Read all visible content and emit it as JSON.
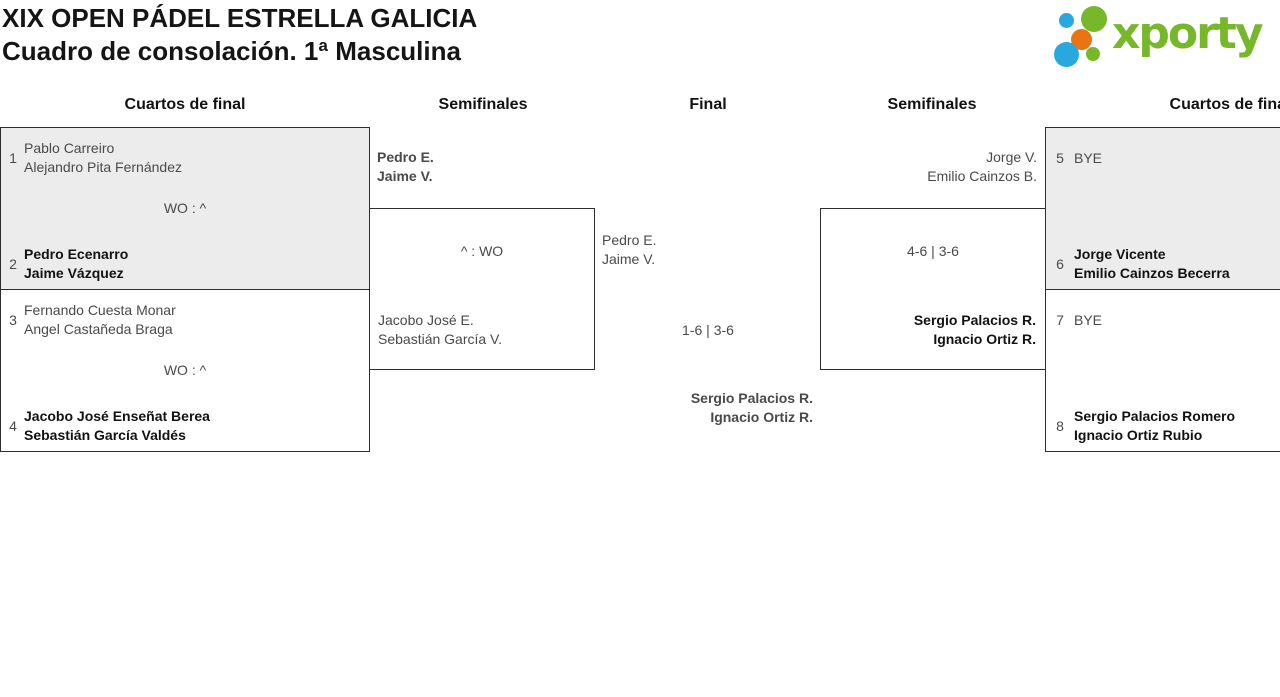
{
  "header": {
    "title_line1": "XIX OPEN PÁDEL ESTRELLA GALICIA",
    "title_line2": "Cuadro de consolación. 1ª Masculina",
    "logo_text": "xporty"
  },
  "rounds": [
    "Cuartos de final",
    "Semifinales",
    "Final",
    "Semifinales",
    "Cuartos de final"
  ],
  "matches": {
    "qf1": {
      "seed_a": "1",
      "team_a_line1": "Pablo Carreiro",
      "team_a_line2": "Alejandro Pita Fernández",
      "score": "WO : ^",
      "seed_b": "2",
      "team_b_line1": "Pedro Ecenarro",
      "team_b_line2": "Jaime Vázquez"
    },
    "qf2": {
      "seed_a": "3",
      "team_a_line1": "Fernando Cuesta Monar",
      "team_a_line2": "Angel Castañeda Braga",
      "score": "WO : ^",
      "seed_b": "4",
      "team_b_line1": "Jacobo José Enseñat Berea",
      "team_b_line2": "Sebastián García Valdés"
    },
    "sf_left": {
      "team_a_line1": "Pedro E.",
      "team_a_line2": "Jaime V.",
      "score": "^ : WO",
      "team_b_line1": "Jacobo José E.",
      "team_b_line2": "Sebastián García V."
    },
    "final": {
      "team_a_line1": "Pedro E.",
      "team_a_line2": "Jaime V.",
      "score": "1-6 | 3-6",
      "winner_line1": "Sergio Palacios R.",
      "winner_line2": "Ignacio Ortiz R."
    },
    "sf_right": {
      "team_a_line1": "Jorge V.",
      "team_a_line2": "Emilio Cainzos B.",
      "score": "4-6 | 3-6",
      "team_b_line1": "Sergio Palacios R.",
      "team_b_line2": "Ignacio Ortiz R."
    },
    "qf3": {
      "seed_a": "5",
      "team_a_line1": "BYE",
      "seed_b": "6",
      "team_b_line1": "Jorge Vicente",
      "team_b_line2": "Emilio Cainzos Becerra"
    },
    "qf4": {
      "seed_a": "7",
      "team_a_line1": "BYE",
      "seed_b": "8",
      "team_b_line1": "Sergio Palacios Romero",
      "team_b_line2": "Ignacio Ortiz Rubio"
    }
  },
  "colors": {
    "brand_green": "#76b82a",
    "brand_blue": "#29a8e0",
    "brand_orange": "#e87511",
    "panel_gray": "#ececec",
    "border": "#2e2e2e",
    "text_primary": "#121212",
    "text_secondary": "#4a4a4a"
  }
}
